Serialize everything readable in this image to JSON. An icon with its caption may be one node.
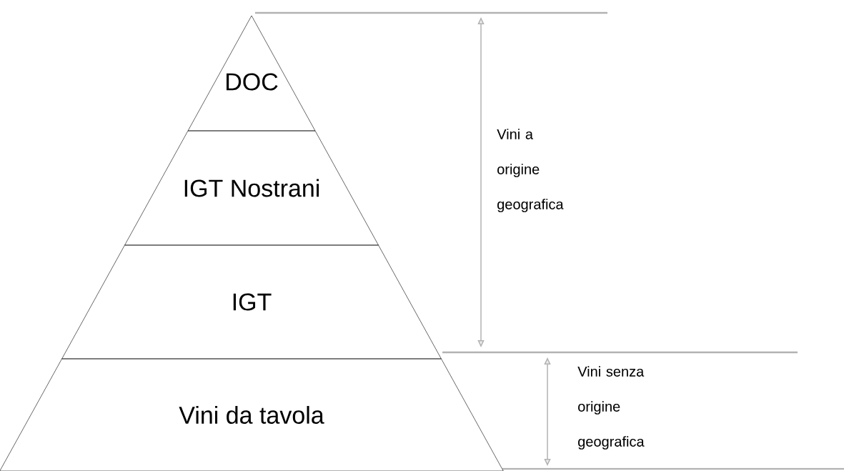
{
  "diagram": {
    "nodes": [
      {
        "text": [
          "DOC"
        ]
      },
      {
        "text": [
          "IGT Nostrani"
        ]
      },
      {
        "text": [
          "IGT"
        ]
      },
      {
        "text": [
          "Vini da tavola"
        ]
      }
    ],
    "labels": [
      "Vini a origine geografica",
      "Vini senza origine geografica"
    ]
  }
}
